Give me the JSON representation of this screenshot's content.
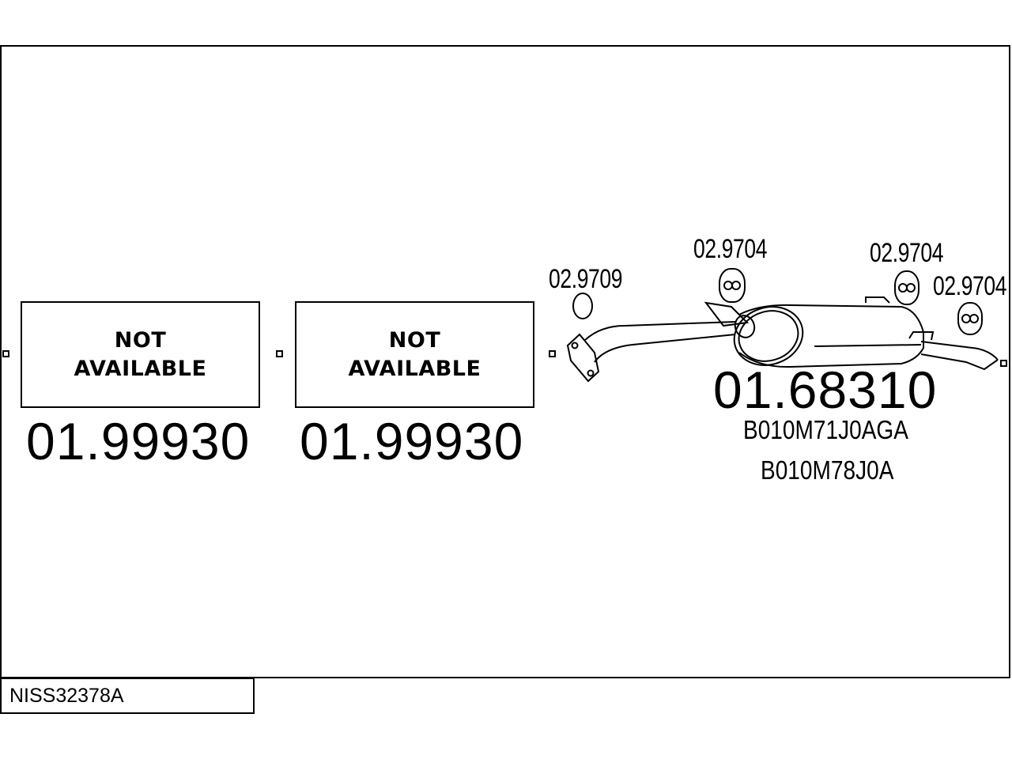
{
  "slots": [
    {
      "status_line1": "NOT",
      "status_line2": "AVAILABLE",
      "part_number": "01.99930"
    },
    {
      "status_line1": "NOT",
      "status_line2": "AVAILABLE",
      "part_number": "01.99930"
    }
  ],
  "rear_section": {
    "gasket_label": "02.9709",
    "hanger_labels": [
      "02.9704",
      "02.9704",
      "02.9704"
    ],
    "muffler_part_number": "01.68310",
    "oem_numbers": [
      "B010M71J0AGA",
      "B010M78J0A"
    ]
  },
  "footer": {
    "diagram_code": "NISS32378A"
  }
}
